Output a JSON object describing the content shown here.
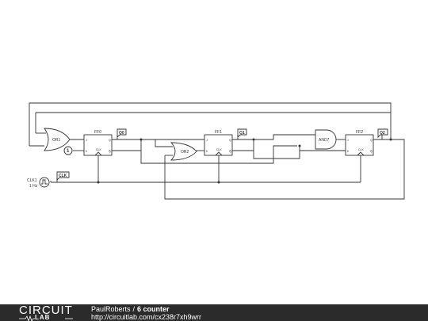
{
  "schematic": {
    "components": {
      "or1": "OR1",
      "or2": "OR2",
      "and7": "AND7",
      "ff0": "FF0",
      "ff1": "FF1",
      "ff2": "FF2",
      "clk_source_name": "CLK1",
      "clk_source_freq": "1 Hz",
      "constant_one": "1"
    },
    "pins": {
      "j": "J",
      "k": "K",
      "q": "Q",
      "qbar": "Q̄",
      "clk": "CLK"
    },
    "net_labels": {
      "q0": "Q0",
      "q1": "Q1",
      "q2": "Q2",
      "clk": "CLK"
    }
  },
  "footer": {
    "logo_top": "CIRCUIT",
    "logo_bottom": "LAB",
    "author": "PaulRoberts",
    "separator": "/",
    "title": "6 counter",
    "url": "http://circuitlab.com/cx238r7xh9wrr"
  }
}
